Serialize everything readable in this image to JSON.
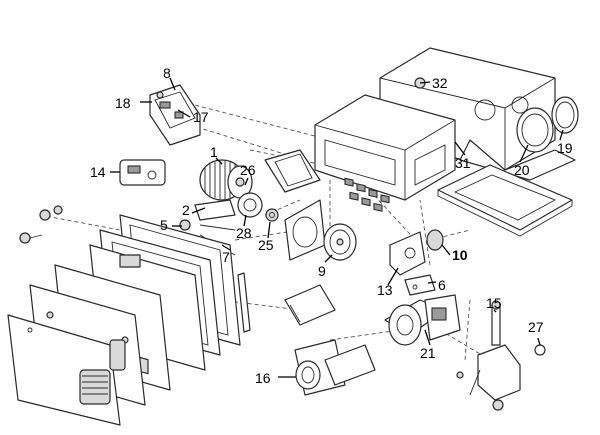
{
  "diagram": {
    "callouts": [
      {
        "id": "c8",
        "label": "8"
      },
      {
        "id": "c18",
        "label": "18"
      },
      {
        "id": "c17",
        "label": "17"
      },
      {
        "id": "c32",
        "label": "32"
      },
      {
        "id": "c1",
        "label": "1"
      },
      {
        "id": "c26",
        "label": "26"
      },
      {
        "id": "c14",
        "label": "14"
      },
      {
        "id": "c31",
        "label": "31"
      },
      {
        "id": "c19",
        "label": "19"
      },
      {
        "id": "c20",
        "label": "20"
      },
      {
        "id": "c2",
        "label": "2"
      },
      {
        "id": "c5",
        "label": "5"
      },
      {
        "id": "c28",
        "label": "28"
      },
      {
        "id": "c25",
        "label": "25"
      },
      {
        "id": "c7",
        "label": "7"
      },
      {
        "id": "c9",
        "label": "9"
      },
      {
        "id": "c10",
        "label": "10"
      },
      {
        "id": "c13",
        "label": "13"
      },
      {
        "id": "c6",
        "label": "6"
      },
      {
        "id": "c15",
        "label": "15"
      },
      {
        "id": "c27",
        "label": "27"
      },
      {
        "id": "c21",
        "label": "21"
      },
      {
        "id": "c16",
        "label": "16"
      }
    ]
  }
}
